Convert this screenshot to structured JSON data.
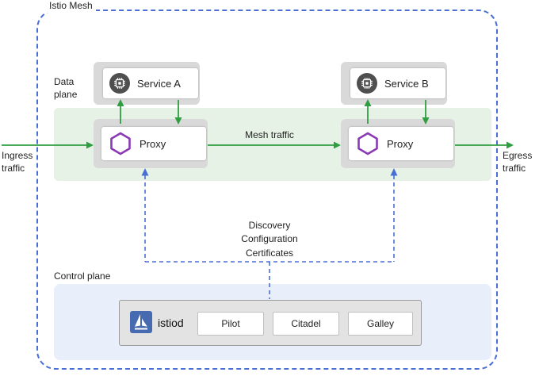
{
  "mesh": {
    "title": "Istio Mesh"
  },
  "labels": {
    "data_plane": "Data plane",
    "control_plane": "Control plane",
    "ingress": "Ingress traffic",
    "egress": "Egress traffic",
    "mesh_traffic": "Mesh traffic",
    "discovery": [
      "Discovery",
      "Configuration",
      "Certificates"
    ]
  },
  "workloads": [
    {
      "service": "Service A",
      "proxy": "Proxy"
    },
    {
      "service": "Service B",
      "proxy": "Proxy"
    }
  ],
  "control_plane": {
    "istiod": "istiod",
    "components": [
      "Pilot",
      "Citadel",
      "Galley"
    ]
  },
  "icons": {
    "service": "chip-icon",
    "proxy": "hexagon-icon",
    "istiod": "istio-sail-logo"
  },
  "colors": {
    "mesh_border_blue": "#4a6fd4",
    "traffic_green": "#2f9e41",
    "data_plane_band": "#e5f2e5",
    "card_gray": "#d9d9d9",
    "control_plane_bg": "#e9eefb",
    "istiod_box_bg": "#e3e3e3",
    "istio_logo_blue": "#466bb0",
    "proxy_hexagon_purple": "#8a3ab5",
    "service_icon_bg": "#4f4f4f"
  }
}
